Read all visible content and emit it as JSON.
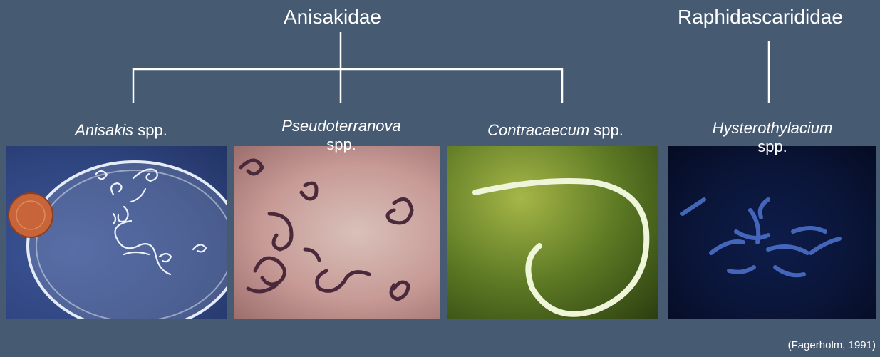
{
  "families": {
    "left": "Anisakidae",
    "right": "Raphidascarididae"
  },
  "genera": {
    "anisakis": {
      "name": "Anisakis",
      "suffix": " spp."
    },
    "pseudoterranova": {
      "name": "Pseudoterranova",
      "suffix": "spp."
    },
    "contracaecum": {
      "name": "Contracaecum",
      "suffix": " spp."
    },
    "hysterothylacium": {
      "name": "Hysterothylacium",
      "suffix": "spp."
    }
  },
  "citation": "(Fagerholm, 1991)",
  "colors": {
    "background": "#465a72",
    "text": "#ffffff",
    "lines": "#ffffff"
  }
}
